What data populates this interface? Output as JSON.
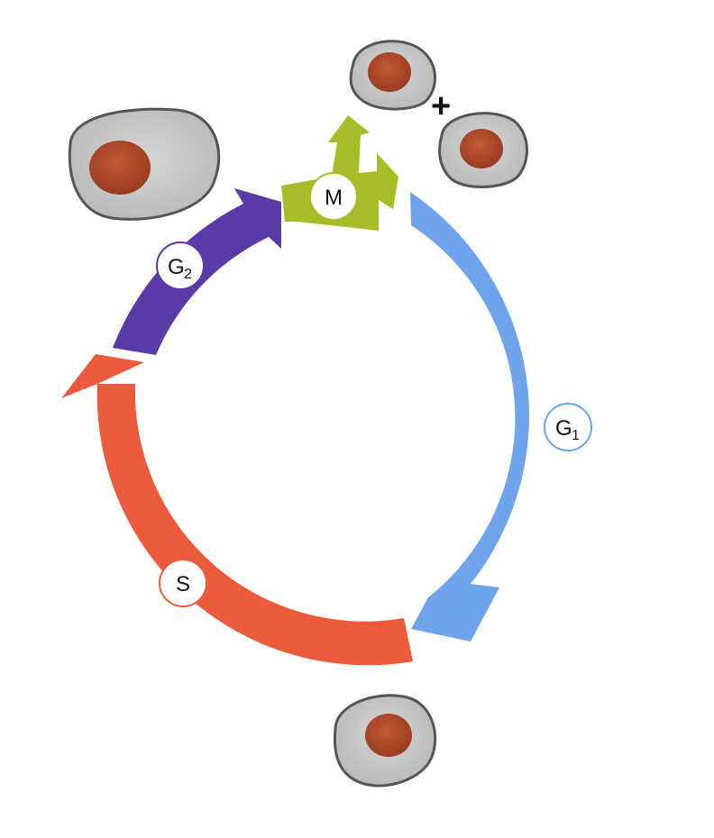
{
  "phases": {
    "g1": {
      "main": "G",
      "sub": "1"
    },
    "s": {
      "main": "S"
    },
    "g2": {
      "main": "G",
      "sub": "2"
    },
    "m": {
      "main": "M"
    }
  },
  "plus": "+",
  "colors": {
    "g1": "#6fa4ec",
    "s": "#ec5a3c",
    "g2": "#5a3aa6",
    "m": "#a8bc28",
    "cell_body": "#c8c8c8",
    "cell_border": "#555555",
    "nucleus": "#b04a2a"
  }
}
